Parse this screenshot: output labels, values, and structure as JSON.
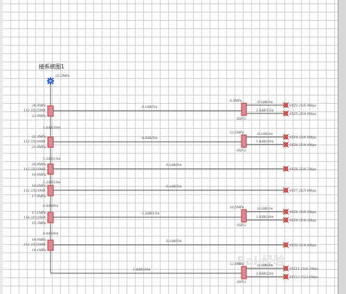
{
  "diagram": {
    "title": "接系统图1",
    "source": {
      "label": "25.2MPa"
    },
    "rows": [
      {
        "left_top": "24.9MPa",
        "left_mid": "112-25|15MB",
        "left_bot": "23.9MPa",
        "main_label": "0.1dB/5m",
        "splitter": "8.5MPa",
        "splitter_sub": "SSP-2",
        "outs": [
          {
            "line": "0.1dB/3m",
            "out": "SYZ2-25/6.9Mpa"
          },
          {
            "line": "1.5dB/15m",
            "out": "SYZ5-25/4.9Mpa"
          }
        ]
      },
      {
        "left_top": "22.3MPa",
        "left_mid": "112-25|10MB",
        "left_bot": "21.9MPa",
        "main_label": "0.6dB/5m",
        "splitter": "12.2MPa",
        "splitter_sub": "SSP-2",
        "outs": [
          {
            "line": "0.1dB/3m",
            "out": "SYZ4-25/6.9Mpa"
          },
          {
            "line": "1.6dB/20m",
            "out": "SYZ6-25/4.4Mpa"
          }
        ]
      },
      {
        "left_top": "20.9MPa",
        "left_mid": "112-25|10MB",
        "left_bot": "19.9MPa",
        "main_label": "0.1dB/5m",
        "splitter": "",
        "splitter_sub": "",
        "outs": [
          {
            "line": "",
            "out": "SYZ6-25/6.2Mpa"
          }
        ]
      },
      {
        "left_top": "18.6MPa",
        "left_mid": "112-25|10MB",
        "left_bot": "17.9MPa",
        "main_label": "0.1dB/5m",
        "splitter": "",
        "splitter_sub": "",
        "outs": [
          {
            "line": "",
            "out": "SYZ7-25/5.9Mpa"
          }
        ]
      },
      {
        "left_top": "17.1MPa",
        "left_mid": "116-2F|10MB",
        "left_bot": "15.3MPa",
        "main_label": "1.2dB/15m",
        "splitter": "10.5MPa",
        "splitter_sub": "SSP-2",
        "outs": [
          {
            "line": "0.1dB/3m",
            "out": "SYZ8-25/6.5Mpa"
          },
          {
            "line": "1.6dB/20m",
            "out": "SYZ9-25/4.3Mpa"
          }
        ]
      },
      {
        "left_top": "14.9MPa",
        "left_mid": "112-25|10MB",
        "left_bot": "14.1MPa",
        "main_label": "0.1dB/5m",
        "splitter": "",
        "splitter_sub": "",
        "outs": [
          {
            "line": "",
            "out": "SYZ0-25/4.8Mpa"
          }
        ]
      },
      {
        "left_top": "",
        "left_mid": "",
        "left_bot": "",
        "main_label": "1.6dB/20m",
        "splitter": "12.8MPa",
        "splitter_sub": "SSP-2",
        "outs": [
          {
            "line": "0.1dB/3m",
            "out": "SYZ11-25/6.3Mpa"
          },
          {
            "line": "2.6dB/22m",
            "out": "SYZ12-25/3.8Mpa"
          }
        ]
      }
    ],
    "trunk_labels": [
      "1.6dB/20m",
      "1.2dB/15m",
      "1.2dB/15m",
      "0.6dB/8m",
      "0.6dB/8m"
    ],
    "watermark": "Bai 经验"
  },
  "colors": {
    "line": "#4a4a4a",
    "node": "#c0392b",
    "node_fill": "#d98a9a",
    "source": "#1a4fd6"
  }
}
